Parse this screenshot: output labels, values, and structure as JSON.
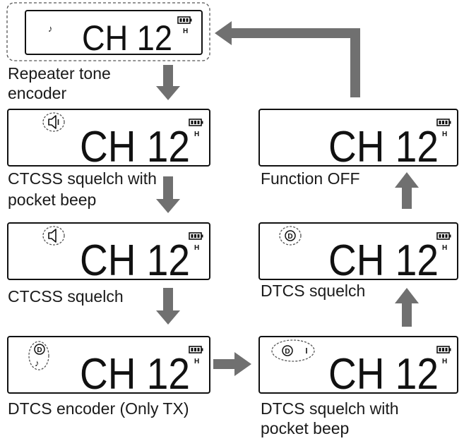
{
  "channel_text": "CH 12",
  "power_text": "H",
  "colors": {
    "lcd_border": "#111111",
    "lcd_fill": "#ffffff",
    "arrow": "#707070",
    "text": "#1a1a1a"
  },
  "states": [
    {
      "id": "repeater-tone-encoder",
      "caption": [
        "Repeater tone",
        "encoder"
      ],
      "icons": [
        "tone-note-icon"
      ],
      "highlighted": true
    },
    {
      "id": "ctcss-pocket-beep",
      "caption": [
        "CTCSS squelch with",
        "pocket beep"
      ],
      "icons": [
        "speaker-sound-icon"
      ]
    },
    {
      "id": "ctcss-squelch",
      "caption": [
        "CTCSS squelch"
      ],
      "icons": [
        "speaker-icon"
      ]
    },
    {
      "id": "dtcs-encoder",
      "caption": [
        "DTCS encoder (Only TX)"
      ],
      "icons": [
        "dtcs-d-icon",
        "tone-note-icon"
      ]
    },
    {
      "id": "dtcs-pocket-beep",
      "caption": [
        "DTCS squelch with",
        "pocket beep"
      ],
      "icons": [
        "dtcs-d-icon",
        "beep-icon"
      ]
    },
    {
      "id": "dtcs-squelch",
      "caption": [
        "DTCS squelch"
      ],
      "icons": [
        "dtcs-d-icon"
      ]
    },
    {
      "id": "function-off",
      "caption": [
        "Function OFF"
      ],
      "icons": []
    }
  ],
  "flow": [
    "repeater-tone-encoder",
    "ctcss-pocket-beep",
    "ctcss-squelch",
    "dtcs-encoder",
    "dtcs-pocket-beep",
    "dtcs-squelch",
    "function-off",
    "repeater-tone-encoder"
  ]
}
